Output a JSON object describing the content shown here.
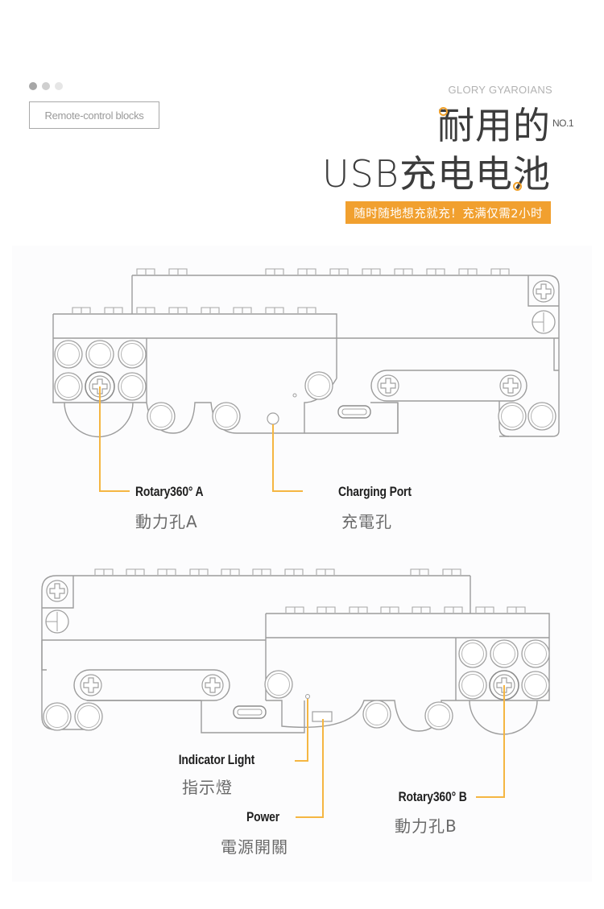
{
  "header": {
    "tag_label": "Remote-control blocks",
    "brand": "GLORY GYAROIANS",
    "title_line1": "耐用的",
    "badge": "NO.1",
    "title_line2": "USB充电电池",
    "banner": "随时随地想充就充！充满仅需2小时",
    "dot_colors": [
      "#a7a7a7",
      "#cfcfcf",
      "#e6e6e6"
    ]
  },
  "colors": {
    "accent": "#f1a02f",
    "leader": "#f5b642",
    "outline": "#9c9c9c",
    "text_dark": "#1f1f1f",
    "text_gray": "#6a6a6a"
  },
  "diagram_top": {
    "callouts": [
      {
        "en": "Rotary360° A",
        "cn": "動力孔A"
      },
      {
        "en": "Charging Port",
        "cn": "充電孔"
      }
    ]
  },
  "diagram_bottom": {
    "callouts": [
      {
        "en": "Indicator Light",
        "cn": "指示燈"
      },
      {
        "en": "Power",
        "cn": "電源開關"
      },
      {
        "en": "Rotary360° B",
        "cn": "動力孔B"
      }
    ]
  }
}
